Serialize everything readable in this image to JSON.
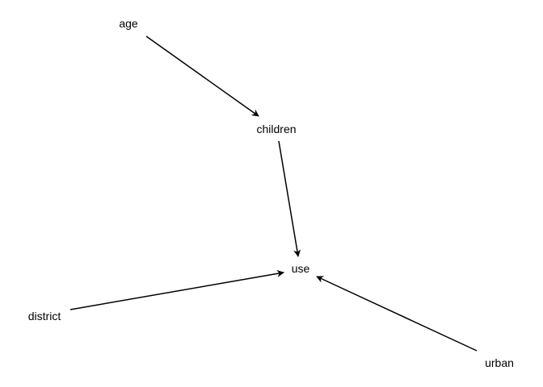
{
  "diagram": {
    "nodes": [
      {
        "id": "age",
        "label": "age"
      },
      {
        "id": "children",
        "label": "children"
      },
      {
        "id": "use",
        "label": "use"
      },
      {
        "id": "district",
        "label": "district"
      },
      {
        "id": "urban",
        "label": "urban"
      }
    ],
    "edges": [
      {
        "from": "age",
        "to": "children"
      },
      {
        "from": "children",
        "to": "use"
      },
      {
        "from": "district",
        "to": "use"
      },
      {
        "from": "urban",
        "to": "use"
      }
    ],
    "colors": {
      "edge": "#000000",
      "text": "#000000",
      "background": "#ffffff"
    }
  }
}
